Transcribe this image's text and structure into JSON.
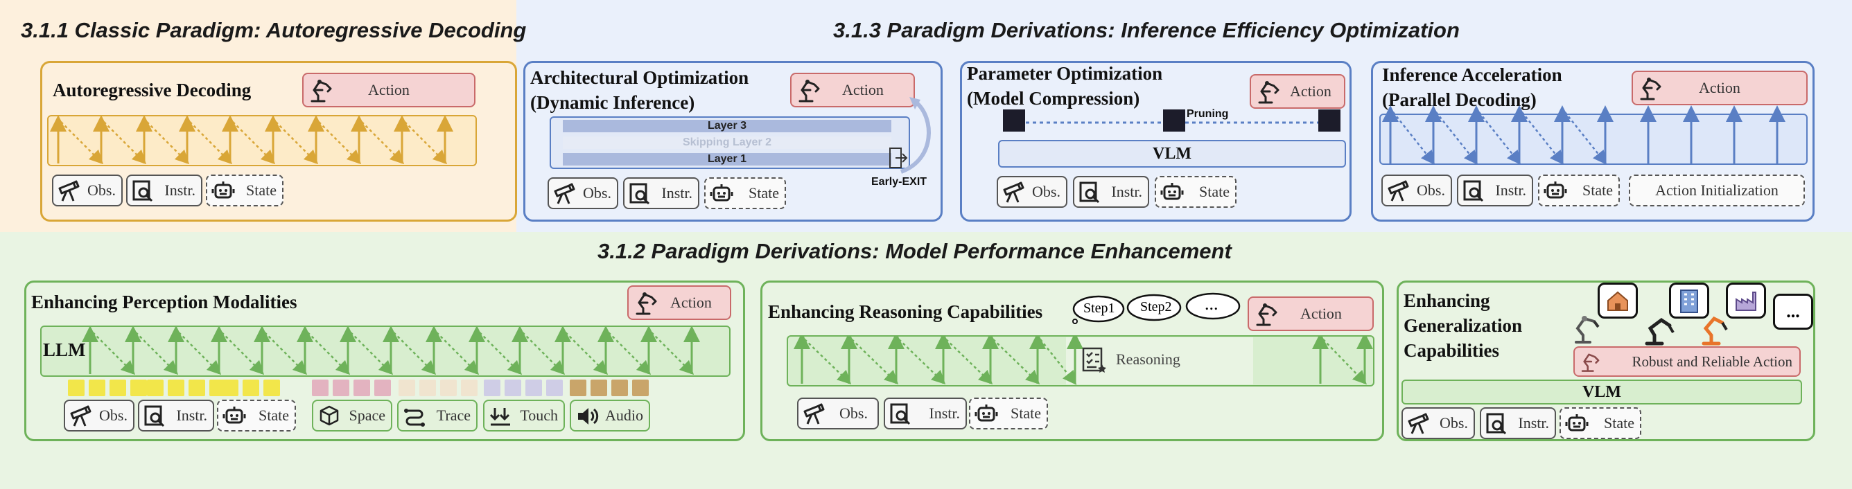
{
  "sections": {
    "s311": "3.1.1 Classic Paradigm: Autoregressive Decoding",
    "s313": "3.1.3 Paradigm Derivations: Inference Efficiency Optimization",
    "s312": "3.1.2 Paradigm Derivations: Model Performance Enhancement"
  },
  "panels": {
    "autoregressive": {
      "title": "Autoregressive Decoding"
    },
    "architectural": {
      "title_line1": "Architectural Optimization",
      "title_line2": "(Dynamic Inference)"
    },
    "parameter": {
      "title_line1": "Parameter Optimization",
      "title_line2": "(Model Compression)"
    },
    "inference": {
      "title_line1": "Inference Acceleration",
      "title_line2": "(Parallel Decoding)"
    },
    "perception": {
      "title": "Enhancing Perception Modalities"
    },
    "reasoning": {
      "title": "Enhancing Reasoning Capabilities"
    },
    "generalization": {
      "title_line1": "Enhancing",
      "title_line2": "Generalization",
      "title_line3": "Capabilities"
    }
  },
  "labels": {
    "action": "Action",
    "obs": "Obs.",
    "instr": "Instr.",
    "state": "State",
    "layer3": "Layer 3",
    "skip2": "Skipping Layer 2",
    "layer1": "Layer 1",
    "early_exit": "Early-EXIT",
    "pruning": "Pruning",
    "vlm": "VLM",
    "action_init": "Action Initialization",
    "llm": "LLM",
    "space": "Space",
    "trace": "Trace",
    "touch": "Touch",
    "audio": "Audio",
    "step1": "Step1",
    "step2": "Step2",
    "ellipsis": "...",
    "reasoning": "Reasoning",
    "robust_action": "Robust and Reliable Action",
    "bubble_dots": "..."
  },
  "colors": {
    "orange_bg": "#fdf0dd",
    "orange_line": "#d9a637",
    "blue_bg": "#eaf0fb",
    "blue_line": "#5a7fc4",
    "green_bg": "#e9f4e3",
    "green_line": "#6eb25a",
    "action_fill": "#f5d3d3",
    "action_border": "#c96a6a"
  },
  "icons": [
    "robot-arm-icon",
    "telescope-icon",
    "document-search-icon",
    "robot-face-icon",
    "cube-icon",
    "trace-icon",
    "touch-icon",
    "audio-icon",
    "checklist-icon",
    "house-icon",
    "building-icon",
    "factory-icon"
  ]
}
